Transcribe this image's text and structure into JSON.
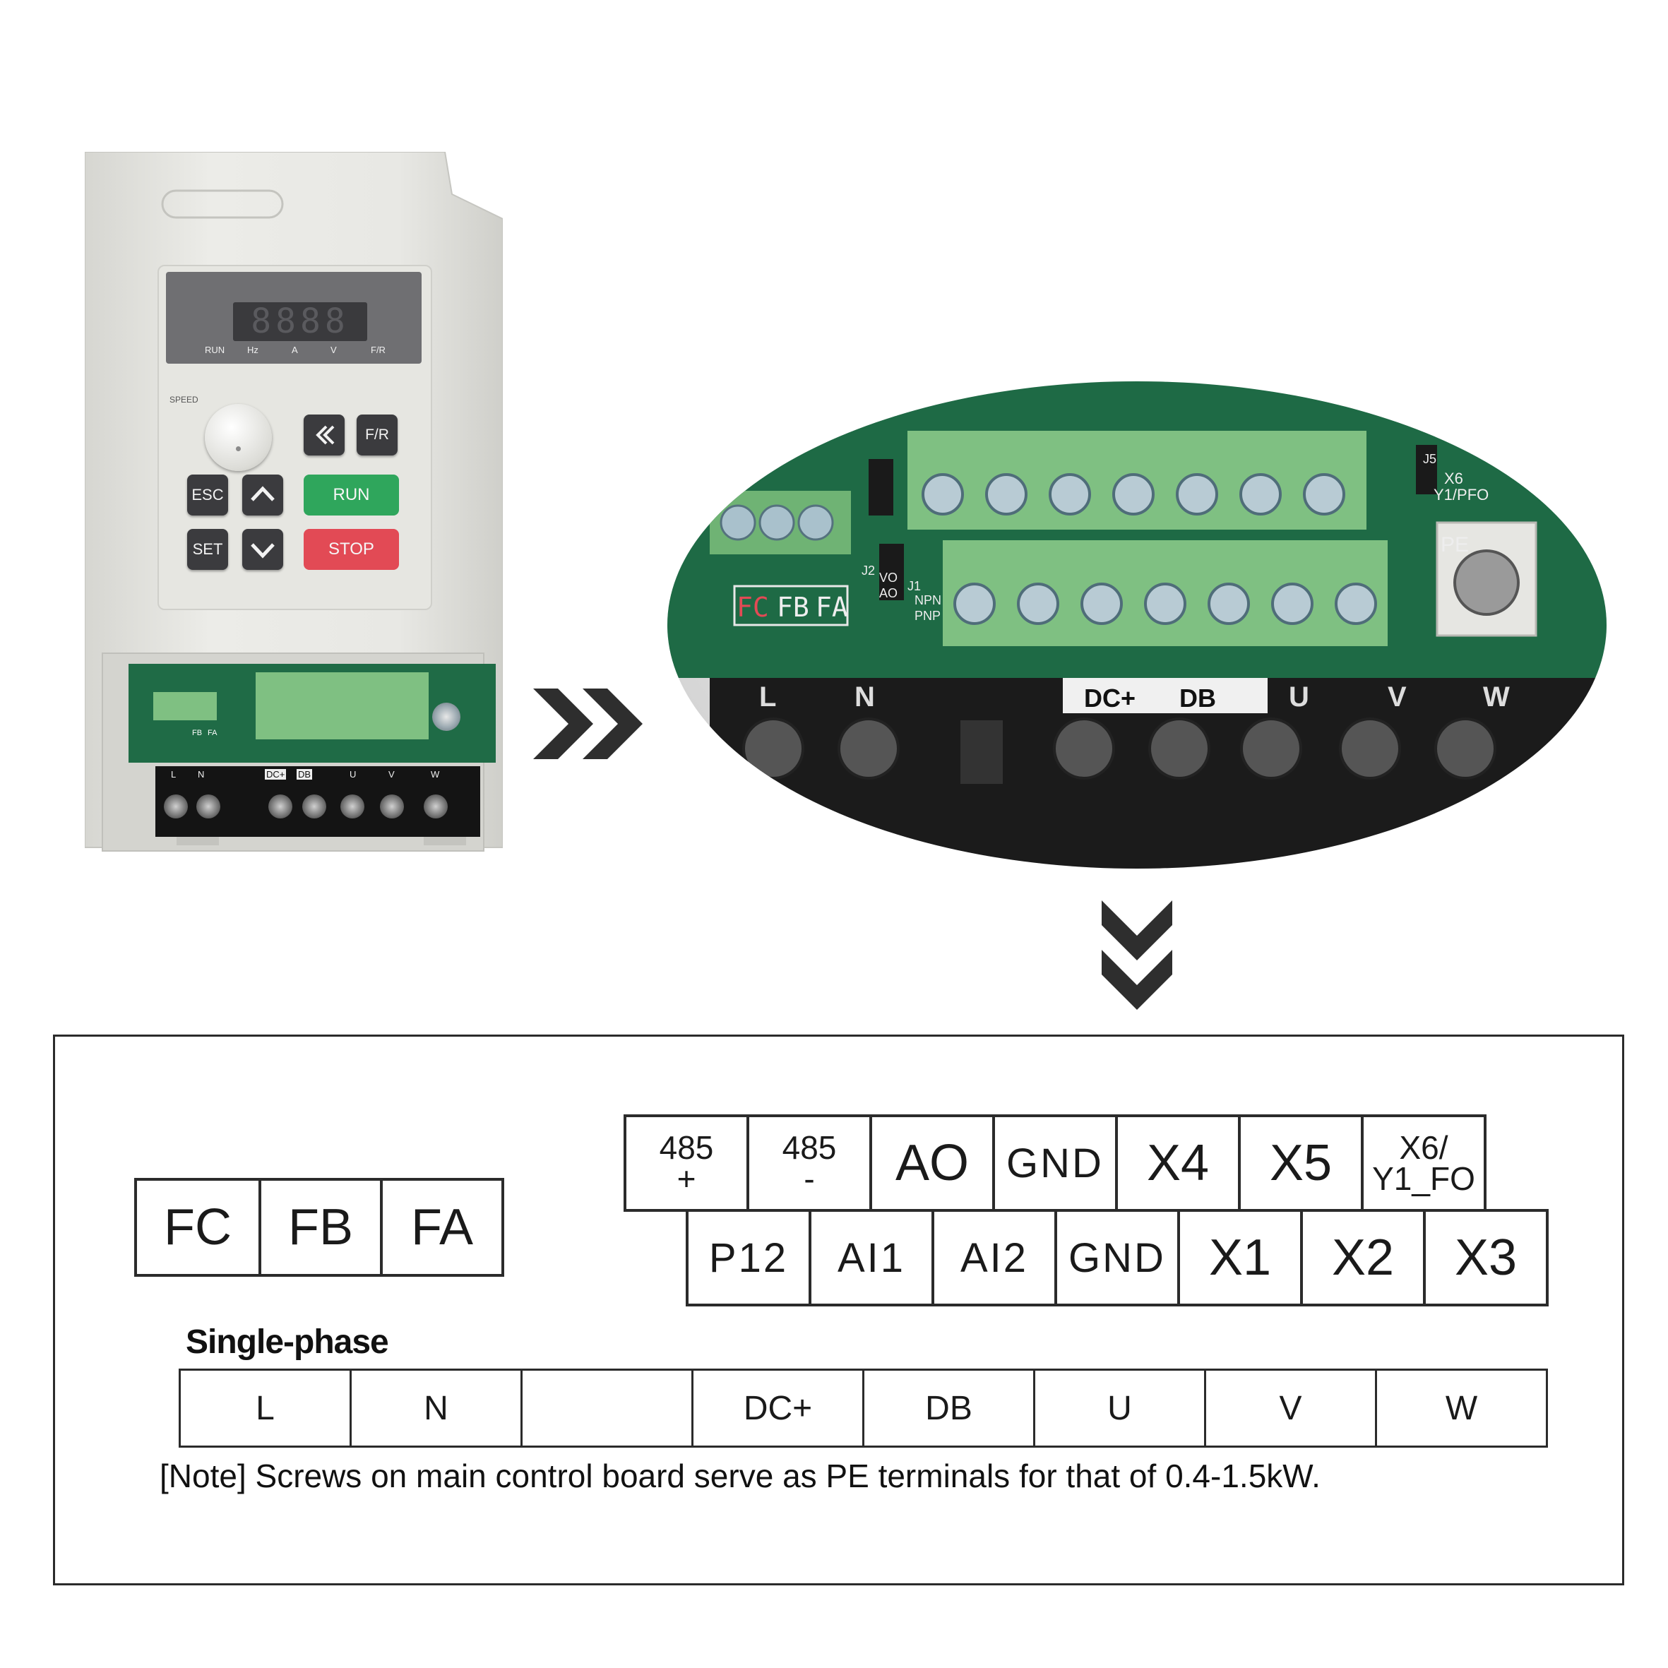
{
  "device": {
    "display_digits": "8888",
    "indicators": [
      "RUN",
      "Hz",
      "A",
      "V",
      "F/R"
    ],
    "speed_label": "SPEED",
    "keys": {
      "back_icon": "double-left-chevron-icon",
      "fr_label": "F/R",
      "esc_label": "ESC",
      "up_icon": "up-chevron-icon",
      "run_label": "RUN",
      "set_label": "SET",
      "down_icon": "down-chevron-icon",
      "stop_label": "STOP"
    },
    "relay_labels": [
      "FB",
      "FA"
    ],
    "power_labels": [
      "L",
      "N",
      "DC+",
      "DB",
      "U",
      "V",
      "W"
    ]
  },
  "zoom": {
    "relay_labels": [
      "FC",
      "FB",
      "FA"
    ],
    "jumper_labels": [
      "J2",
      "VO",
      "AO",
      "J1",
      "NPN",
      "PNP",
      "J5",
      "X6",
      "Y1/PFO",
      "PE"
    ],
    "power_labels": [
      "L",
      "N",
      "DC+",
      "DB",
      "U",
      "V",
      "W"
    ]
  },
  "colors": {
    "run_green": "#2fa65c",
    "stop_red": "#e24a55",
    "terminal_green": "#7fc082",
    "pcb_green": "#1f6b46",
    "line_dark": "#2b2b2b"
  },
  "diagram": {
    "relay": [
      "FC",
      "FB",
      "FA"
    ],
    "control_top": [
      {
        "line1": "485",
        "line2": "+"
      },
      {
        "line1": "485",
        "line2": "-"
      },
      {
        "line1": "AO"
      },
      {
        "line1": "GND"
      },
      {
        "line1": "X4"
      },
      {
        "line1": "X5"
      },
      {
        "line1": "X6/",
        "line2": "Y1_FO"
      }
    ],
    "control_bottom": [
      "P12",
      "AI1",
      "AI2",
      "GND",
      "X1",
      "X2",
      "X3"
    ],
    "single_phase_title": "Single-phase",
    "power": [
      "L",
      "N",
      "",
      "DC+",
      "DB",
      "U",
      "V",
      "W"
    ],
    "note": "[Note] Screws on main control board serve as PE terminals for that of 0.4-1.5kW."
  }
}
